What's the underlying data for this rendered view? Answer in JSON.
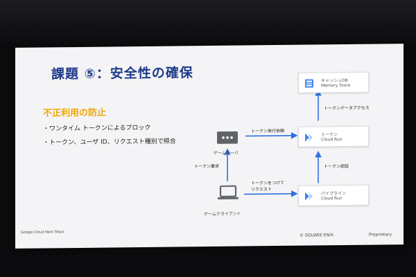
{
  "slide": {
    "title": "課題 ⑤：安全性の確保",
    "subtitle": "不正利用の防止",
    "bullets": [
      "ワンタイム トークンによるブロック",
      "トークン、ユーザ ID、リクエスト種別で照合"
    ],
    "footer_left": "Google Cloud Next Tokyo",
    "footer_copyright": "© SQUARE ENIX",
    "footer_right": "Proprietary"
  },
  "diagram": {
    "cache": {
      "line1": "キャッシュDB",
      "line2": "Memory Store"
    },
    "token": {
      "line1": "トークン",
      "line2": "Cloud Run"
    },
    "pipeline": {
      "line1": "パイプライン",
      "line2": "Cloud Run"
    },
    "server_label": "ゲームサーバ",
    "client_label": "ゲームクライアント",
    "edges": {
      "token_data_access": "トークンデータアクセス",
      "token_issue_request": "トークン発行依頼",
      "token_auth": "トークン認証",
      "token_request": "トークン要求",
      "request_with_token_1": "トークンをつけて",
      "request_with_token_2": "リクエスト"
    }
  },
  "colors": {
    "title": "#1e3a8a",
    "subtitle": "#f0a500",
    "arrow": "#2f6fe0",
    "memorystore": "#4285f4",
    "cloudrun": "#4285f4"
  }
}
